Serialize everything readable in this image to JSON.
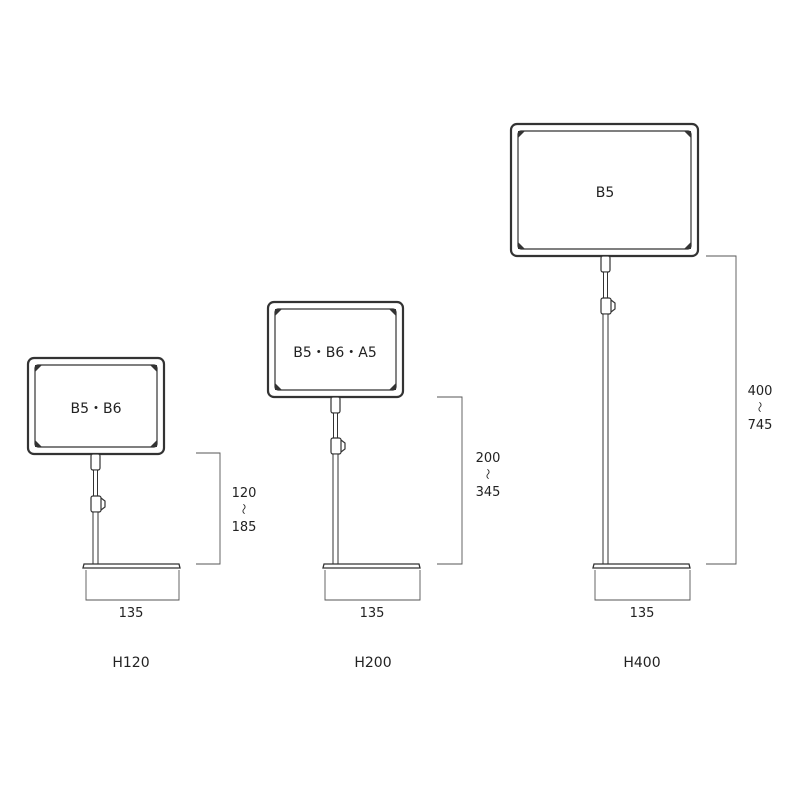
{
  "stands": [
    {
      "model": "H120",
      "paper_sizes": "B5・B6",
      "height_min": "120",
      "range_mark": "〜",
      "height_max": "185",
      "base_width": "135"
    },
    {
      "model": "H200",
      "paper_sizes": "B5・B6・A5",
      "height_min": "200",
      "range_mark": "〜",
      "height_max": "345",
      "base_width": "135"
    },
    {
      "model": "H400",
      "paper_sizes": "B5",
      "height_min": "400",
      "range_mark": "〜",
      "height_max": "745",
      "base_width": "135"
    }
  ],
  "colors": {
    "line": "#333333",
    "frame": "#3a3a3a",
    "dim": "#555555",
    "text": "#222222"
  }
}
